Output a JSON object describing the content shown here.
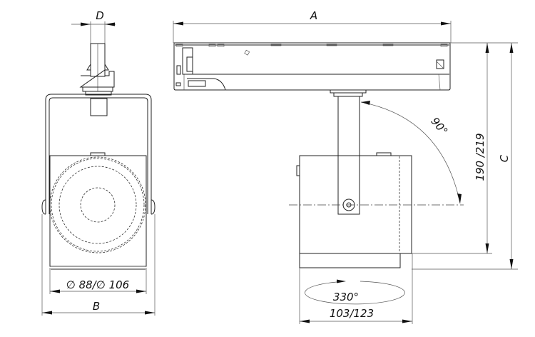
{
  "labels": {
    "dim_a": "A",
    "dim_b": "B",
    "dim_c": "C",
    "dim_d": "D",
    "diameter": "∅ 88/∅ 106",
    "height": "190 /219",
    "tilt": "90°",
    "rotation": "330°",
    "depth": "103/123"
  },
  "colors": {
    "line": "#222222",
    "text": "#111111"
  }
}
